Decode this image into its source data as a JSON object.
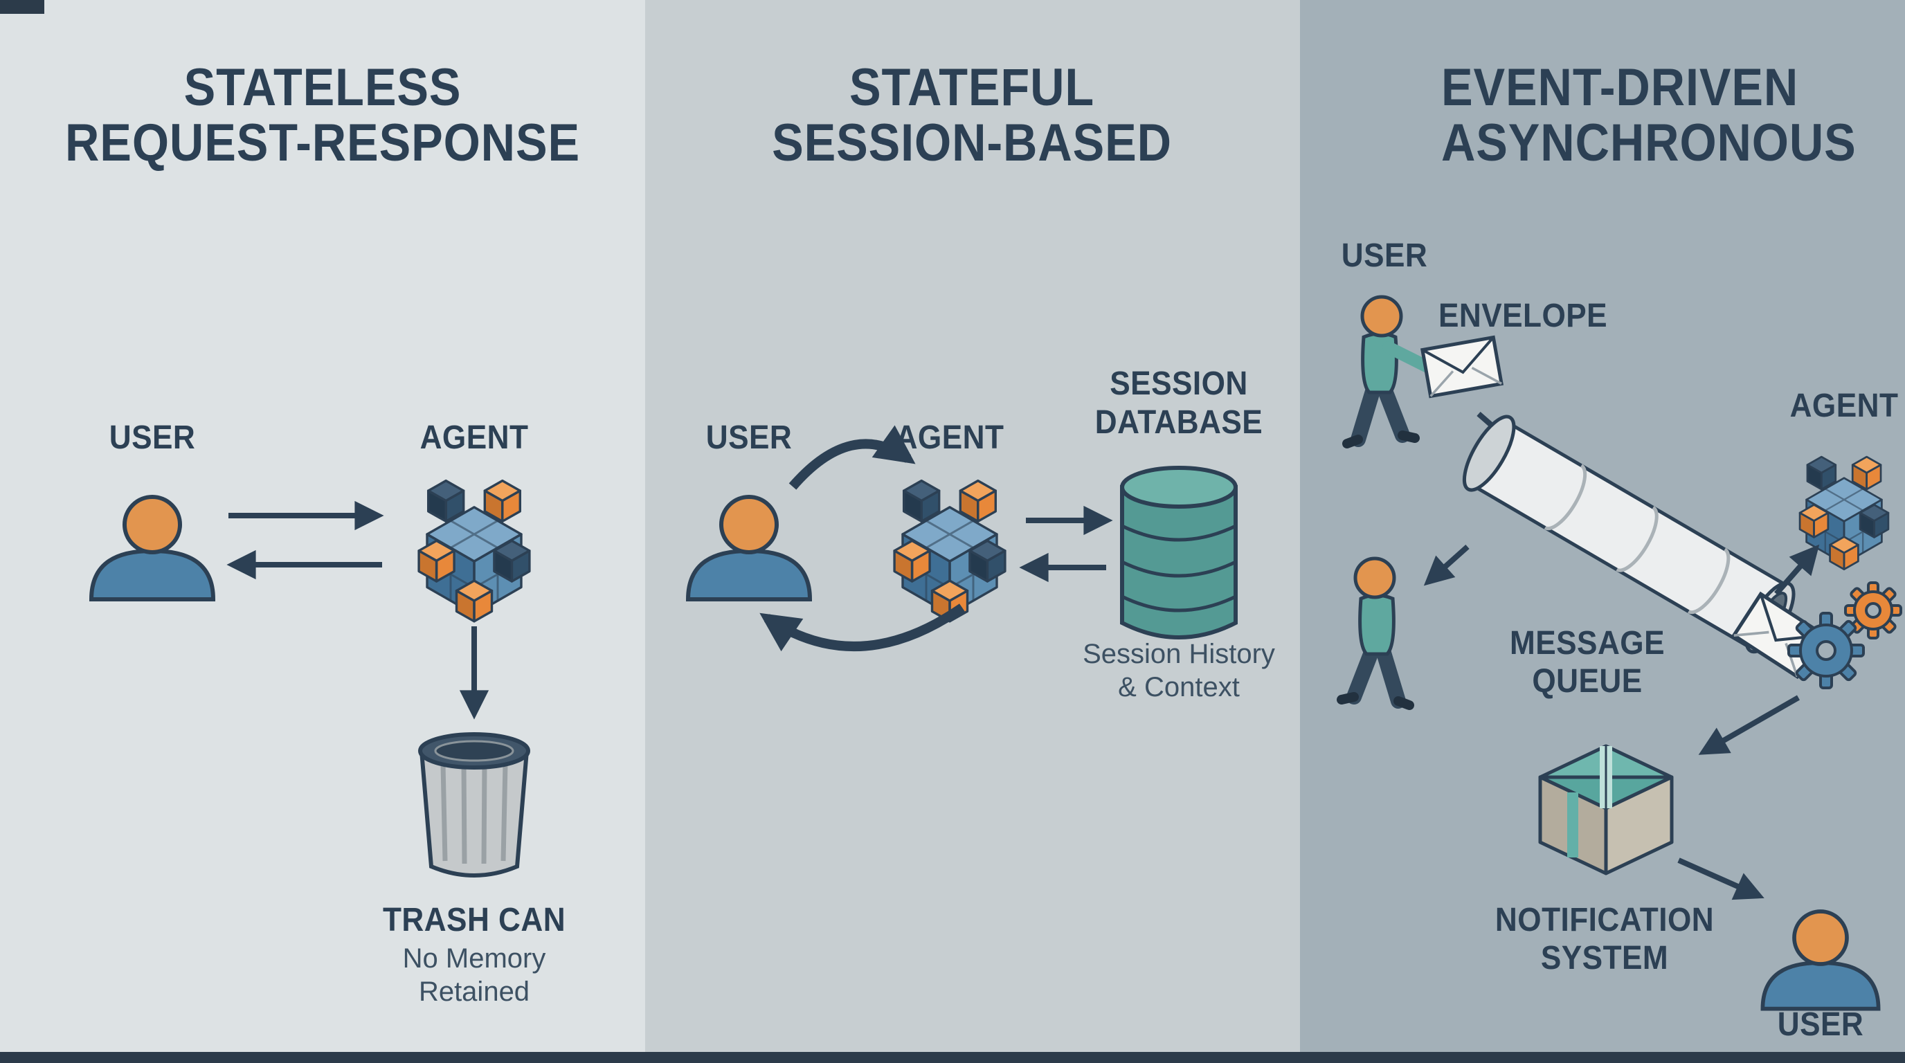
{
  "colors": {
    "panel_stateless_bg": "#dde2e4",
    "panel_stateful_bg": "#c7ced1",
    "panel_event_driven_bg": "#a3b0b8",
    "ink": "#2c4054",
    "caption_ink": "#3d5163",
    "accent_orange": "#e8883a",
    "accent_blue": "#4d82a8",
    "accent_teal": "#56a09a",
    "footer_bar": "#2c3b4a"
  },
  "icons": {
    "user": "person-bust-icon",
    "agent": "isometric-cube-cluster-icon",
    "trash": "trash-can-icon",
    "database": "cylinder-database-icon",
    "walking_user": "walking-person-icon",
    "envelope": "envelope-icon",
    "message_queue": "pipe-tube-icon",
    "gears": "gear-icon",
    "notification": "package-box-icon"
  },
  "panel_stateless": {
    "title_lines": [
      "STATELESS",
      "REQUEST-RESPONSE"
    ],
    "user_label": "USER",
    "agent_label": "AGENT",
    "trash_label": "TRASH CAN",
    "trash_caption_lines": [
      "No Memory",
      "Retained"
    ]
  },
  "panel_stateful": {
    "title_lines": [
      "STATEFUL",
      "SESSION-BASED"
    ],
    "user_label": "USER",
    "agent_label": "AGENT",
    "database_label_lines": [
      "SESSION",
      "DATABASE"
    ],
    "database_caption_lines": [
      "Session History",
      "& Context"
    ]
  },
  "panel_event_driven": {
    "title_lines": [
      "EVENT-DRIVEN",
      "ASYNCHRONOUS"
    ],
    "user_top_label": "USER",
    "envelope_label": "ENVELOPE",
    "queue_label_lines": [
      "MESSAGE",
      "QUEUE"
    ],
    "agent_label": "AGENT",
    "notification_label_lines": [
      "NOTIFICATION",
      "SYSTEM"
    ],
    "user_bottom_label": "USER"
  }
}
